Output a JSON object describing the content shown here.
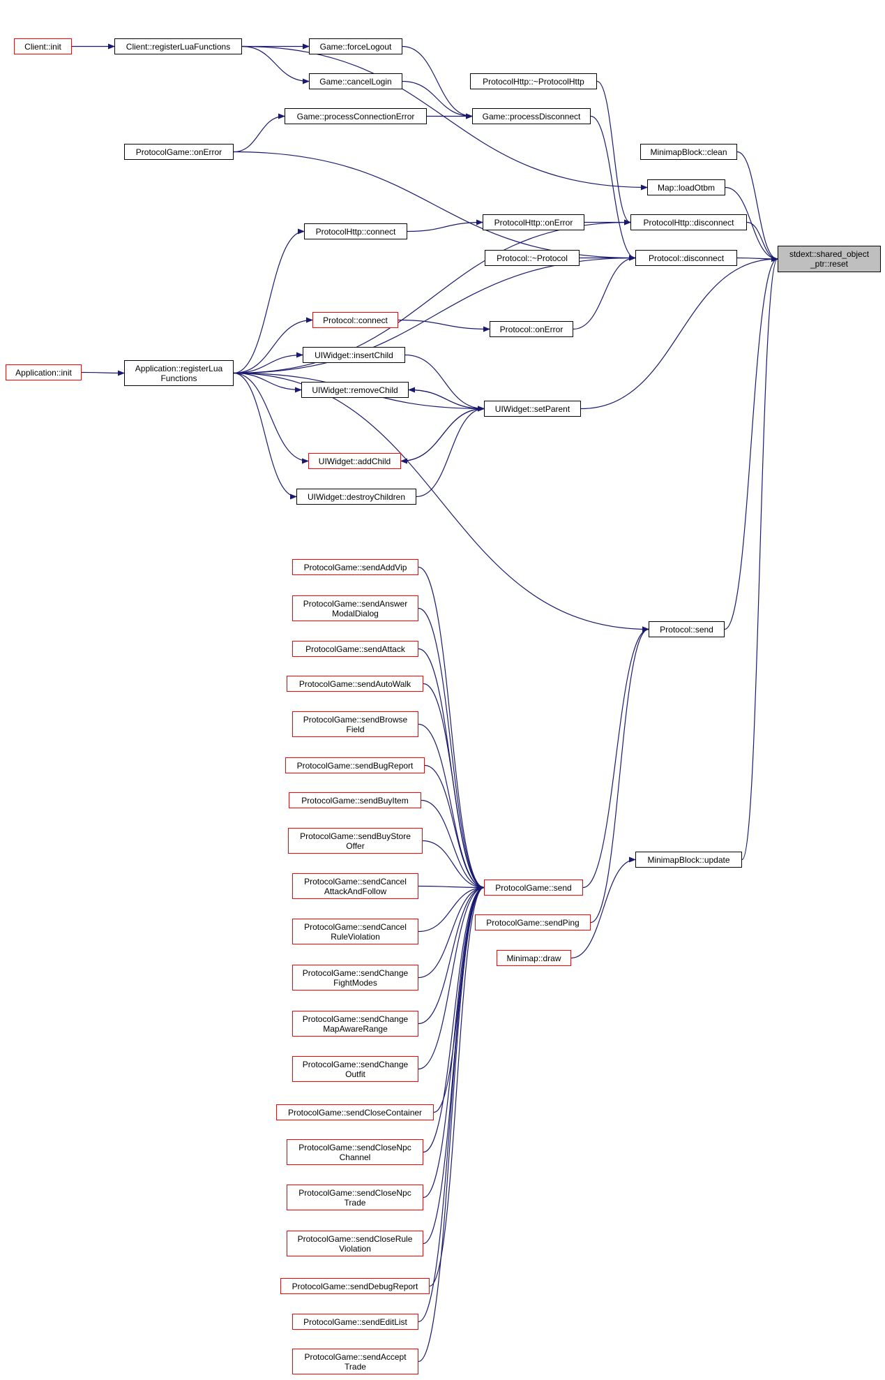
{
  "colors": {
    "edge": "#191970",
    "node_border": "#000000",
    "truncated_border": "#ff0000",
    "target_fill": "#bfbfbf",
    "background": "#ffffff"
  },
  "nodes": {
    "client_init": {
      "label": "Client::init",
      "truncated": true
    },
    "client_register": {
      "label": "Client::registerLuaFunctions",
      "truncated": false
    },
    "game_forcelogout": {
      "label": "Game::forceLogout",
      "truncated": false
    },
    "game_cancellogin": {
      "label": "Game::cancelLogin",
      "truncated": false
    },
    "game_processconnerr": {
      "label": "Game::processConnectionError",
      "truncated": false
    },
    "game_processdisconnect": {
      "label": "Game::processDisconnect",
      "truncated": false
    },
    "protohttp_dtor": {
      "label": "ProtocolHttp::~ProtocolHttp",
      "truncated": false
    },
    "protogame_onerror": {
      "label": "ProtocolGame::onError",
      "truncated": false
    },
    "minimapblock_clean": {
      "label": "MinimapBlock::clean",
      "truncated": false
    },
    "map_loadotbm": {
      "label": "Map::loadOtbm",
      "truncated": false
    },
    "protohttp_disconnect": {
      "label": "ProtocolHttp::disconnect",
      "truncated": false
    },
    "protohttp_onerror": {
      "label": "ProtocolHttp::onError",
      "truncated": false
    },
    "protohttp_connect": {
      "label": "ProtocolHttp::connect",
      "truncated": false
    },
    "protocol_dtor": {
      "label": "Protocol::~Protocol",
      "truncated": false
    },
    "protocol_disconnect": {
      "label": "Protocol::disconnect",
      "truncated": false
    },
    "reset": {
      "label": "stdext::shared_object\n_ptr::reset",
      "truncated": false
    },
    "protocol_connect": {
      "label": "Protocol::connect",
      "truncated": true
    },
    "protocol_onerror": {
      "label": "Protocol::onError",
      "truncated": false
    },
    "app_init": {
      "label": "Application::init",
      "truncated": true
    },
    "app_register": {
      "label": "Application::registerLua\nFunctions",
      "truncated": false
    },
    "uiw_insertchild": {
      "label": "UIWidget::insertChild",
      "truncated": false
    },
    "uiw_removechild": {
      "label": "UIWidget::removeChild",
      "truncated": false
    },
    "uiw_setparent": {
      "label": "UIWidget::setParent",
      "truncated": false
    },
    "uiw_addchild": {
      "label": "UIWidget::addChild",
      "truncated": true
    },
    "uiw_destroychildren": {
      "label": "UIWidget::destroyChildren",
      "truncated": false
    },
    "protocol_send": {
      "label": "Protocol::send",
      "truncated": false
    },
    "pg_sendaddvip": {
      "label": "ProtocolGame::sendAddVip",
      "truncated": true
    },
    "pg_sendanswermodal": {
      "label": "ProtocolGame::sendAnswer\nModalDialog",
      "truncated": true
    },
    "pg_sendattack": {
      "label": "ProtocolGame::sendAttack",
      "truncated": true
    },
    "pg_sendautowalk": {
      "label": "ProtocolGame::sendAutoWalk",
      "truncated": true
    },
    "pg_sendbrowsefield": {
      "label": "ProtocolGame::sendBrowse\nField",
      "truncated": true
    },
    "pg_sendbugreport": {
      "label": "ProtocolGame::sendBugReport",
      "truncated": true
    },
    "pg_sendbuyitem": {
      "label": "ProtocolGame::sendBuyItem",
      "truncated": true
    },
    "pg_sendbuystore": {
      "label": "ProtocolGame::sendBuyStore\nOffer",
      "truncated": true
    },
    "pg_send": {
      "label": "ProtocolGame::send",
      "truncated": true
    },
    "minimapblock_update": {
      "label": "MinimapBlock::update",
      "truncated": false
    },
    "pg_sendping": {
      "label": "ProtocolGame::sendPing",
      "truncated": true
    },
    "minimap_draw": {
      "label": "Minimap::draw",
      "truncated": true
    },
    "pg_sendcancelattack": {
      "label": "ProtocolGame::sendCancel\nAttackAndFollow",
      "truncated": true
    },
    "pg_sendcancelrule": {
      "label": "ProtocolGame::sendCancel\nRuleViolation",
      "truncated": true
    },
    "pg_sendchangefight": {
      "label": "ProtocolGame::sendChange\nFightModes",
      "truncated": true
    },
    "pg_sendchangemap": {
      "label": "ProtocolGame::sendChange\nMapAwareRange",
      "truncated": true
    },
    "pg_sendchangeoutfit": {
      "label": "ProtocolGame::sendChange\nOutfit",
      "truncated": true
    },
    "pg_sendclosecontainer": {
      "label": "ProtocolGame::sendCloseContainer",
      "truncated": true
    },
    "pg_sendclosenpcchannel": {
      "label": "ProtocolGame::sendCloseNpc\nChannel",
      "truncated": true
    },
    "pg_sendclosenpctrade": {
      "label": "ProtocolGame::sendCloseNpc\nTrade",
      "truncated": true
    },
    "pg_sendcloserule": {
      "label": "ProtocolGame::sendCloseRule\nViolation",
      "truncated": true
    },
    "pg_senddebugreport": {
      "label": "ProtocolGame::sendDebugReport",
      "truncated": true
    },
    "pg_sendeditlist": {
      "label": "ProtocolGame::sendEditList",
      "truncated": true
    },
    "pg_sendaccepttrade": {
      "label": "ProtocolGame::sendAccept\nTrade",
      "truncated": true
    }
  },
  "edges": [
    [
      "client_init",
      "client_register"
    ],
    [
      "client_register",
      "game_forcelogout"
    ],
    [
      "client_register",
      "game_cancellogin"
    ],
    [
      "client_register",
      "map_loadotbm"
    ],
    [
      "game_forcelogout",
      "game_processdisconnect"
    ],
    [
      "game_cancellogin",
      "game_processdisconnect"
    ],
    [
      "game_processconnerr",
      "game_processdisconnect"
    ],
    [
      "protogame_onerror",
      "game_processconnerr"
    ],
    [
      "protogame_onerror",
      "protocol_disconnect"
    ],
    [
      "game_processdisconnect",
      "protocol_disconnect"
    ],
    [
      "protohttp_dtor",
      "protohttp_disconnect"
    ],
    [
      "minimapblock_clean",
      "reset"
    ],
    [
      "map_loadotbm",
      "reset"
    ],
    [
      "protohttp_disconnect",
      "reset"
    ],
    [
      "protocol_disconnect",
      "reset"
    ],
    [
      "protohttp_onerror",
      "protohttp_disconnect"
    ],
    [
      "protohttp_connect",
      "protohttp_onerror"
    ],
    [
      "protocol_dtor",
      "protocol_disconnect"
    ],
    [
      "protocol_onerror",
      "protocol_disconnect"
    ],
    [
      "protocol_connect",
      "protocol_onerror"
    ],
    [
      "app_init",
      "app_register"
    ],
    [
      "app_register",
      "protohttp_connect"
    ],
    [
      "app_register",
      "protohttp_disconnect"
    ],
    [
      "app_register",
      "protocol_disconnect"
    ],
    [
      "app_register",
      "protocol_connect"
    ],
    [
      "app_register",
      "uiw_insertchild"
    ],
    [
      "app_register",
      "uiw_removechild"
    ],
    [
      "app_register",
      "uiw_setparent"
    ],
    [
      "app_register",
      "uiw_addchild"
    ],
    [
      "app_register",
      "uiw_destroychildren"
    ],
    [
      "app_register",
      "protocol_send"
    ],
    [
      "uiw_insertchild",
      "uiw_setparent"
    ],
    [
      "uiw_removechild",
      "uiw_setparent"
    ],
    [
      "uiw_setparent",
      "uiw_removechild"
    ],
    [
      "uiw_addchild",
      "uiw_setparent"
    ],
    [
      "uiw_setparent",
      "uiw_addchild"
    ],
    [
      "uiw_destroychildren",
      "uiw_setparent"
    ],
    [
      "uiw_setparent",
      "reset"
    ],
    [
      "protocol_send",
      "reset"
    ],
    [
      "minimapblock_update",
      "reset"
    ],
    [
      "pg_send",
      "protocol_send"
    ],
    [
      "pg_sendping",
      "protocol_send"
    ],
    [
      "minimap_draw",
      "minimapblock_update"
    ],
    [
      "pg_sendaddvip",
      "pg_send"
    ],
    [
      "pg_sendanswermodal",
      "pg_send"
    ],
    [
      "pg_sendattack",
      "pg_send"
    ],
    [
      "pg_sendautowalk",
      "pg_send"
    ],
    [
      "pg_sendbrowsefield",
      "pg_send"
    ],
    [
      "pg_sendbugreport",
      "pg_send"
    ],
    [
      "pg_sendbuyitem",
      "pg_send"
    ],
    [
      "pg_sendbuystore",
      "pg_send"
    ],
    [
      "pg_sendcancelattack",
      "pg_send"
    ],
    [
      "pg_sendcancelrule",
      "pg_send"
    ],
    [
      "pg_sendchangefight",
      "pg_send"
    ],
    [
      "pg_sendchangemap",
      "pg_send"
    ],
    [
      "pg_sendchangeoutfit",
      "pg_send"
    ],
    [
      "pg_sendclosecontainer",
      "pg_send"
    ],
    [
      "pg_sendclosenpcchannel",
      "pg_send"
    ],
    [
      "pg_sendclosenpctrade",
      "pg_send"
    ],
    [
      "pg_sendcloserule",
      "pg_send"
    ],
    [
      "pg_senddebugreport",
      "pg_send"
    ],
    [
      "pg_sendeditlist",
      "pg_send"
    ],
    [
      "pg_sendaccepttrade",
      "pg_send"
    ]
  ]
}
